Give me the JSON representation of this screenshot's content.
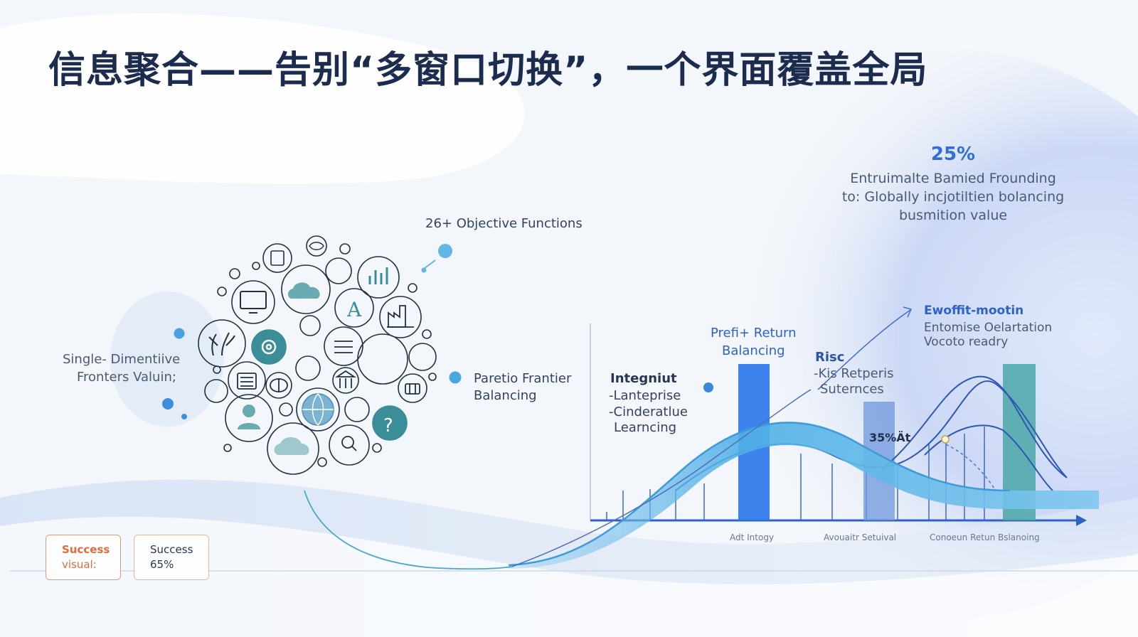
{
  "title": "信息聚合——告别“多窗口切换”，一个界面覆盖全局",
  "stat": {
    "value": "25%",
    "lines": [
      "Entruimalte Bamied Frounding",
      "to: Globally incjotiltien bolancing",
      "busmition value"
    ]
  },
  "labels": {
    "objective_functions": "26+ Objective Functions",
    "single_dimension": [
      "Single- Dimentiive",
      "Fronters Valuin;"
    ],
    "pareto": [
      "Paretio Frantier",
      "Balancing"
    ],
    "integration": [
      "Integniut",
      "-Lanteprise",
      "-Cinderatlue",
      "Learncing"
    ],
    "profit_return": [
      "Prefi+ Return",
      "Balancing"
    ],
    "risk_title": "Risc",
    "risk_lines": [
      "-Kis Retperis",
      "Suternces"
    ],
    "evolution_title": "Ewoffit-mootin",
    "evolution_lines": [
      "Entomise Oelartation",
      "Vocoto readry"
    ],
    "percent_at": "35%Ät"
  },
  "axis_labels": [
    "Adt Intogy",
    "Avouaitr Setuival",
    "Conoeun Retun Bslanoing"
  ],
  "cards": [
    {
      "line1": "Success",
      "line2": "visual:"
    },
    {
      "line1": "Success",
      "line2": "65%"
    }
  ],
  "colors": {
    "title": "#1b2c4e",
    "accent_blue": "#2d6fd6",
    "bar_blue": "#2f78ec",
    "bar_light": "#6f97de",
    "bar_teal": "#4aa6a8",
    "wave": "#5cb8e8",
    "icon_teal": "#3b8e98",
    "card_orange": "#e06b3c"
  },
  "icons": [
    "tablet-icon",
    "fish-icon",
    "chart-icon",
    "monitor-icon",
    "cloud-icon",
    "letter-a-icon",
    "factory-icon",
    "gear-icon",
    "coral-icon",
    "book-icon",
    "brain-icon",
    "globe-icon",
    "person-icon",
    "question-icon",
    "bank-icon",
    "server-icon",
    "search-icon",
    "basket-icon"
  ]
}
